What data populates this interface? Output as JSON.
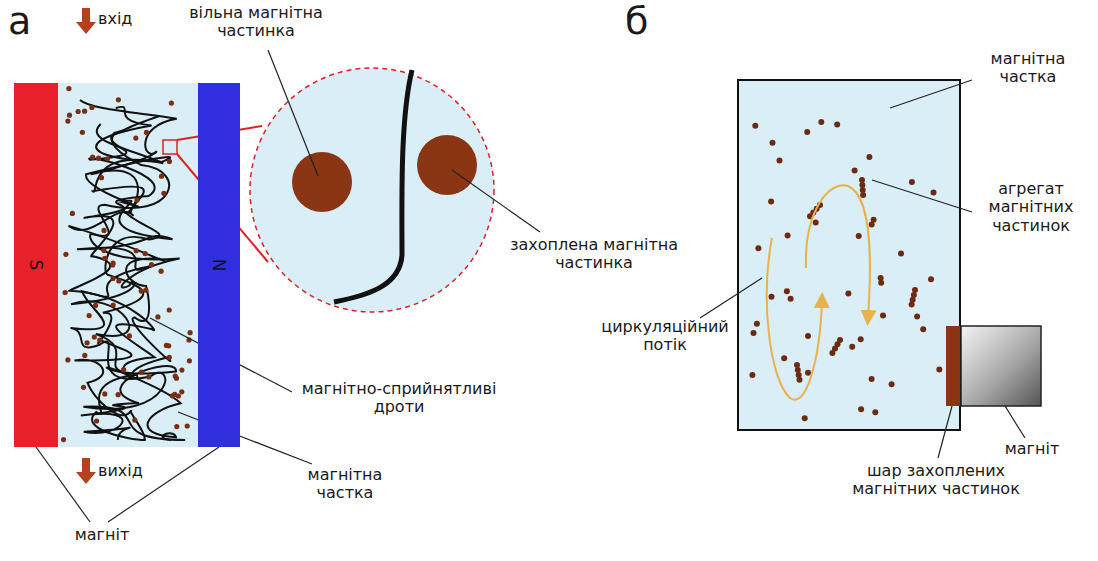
{
  "diagram": {
    "nodes": [
      {
        "text": [
          "S"
        ]
      },
      {
        "text": [
          "N"
        ]
      }
    ],
    "labels": [
      "а",
      "вхід",
      "вільна магнітна частинка",
      "захоплена магнітна частинка",
      "магнітно-сприйнятливі дроти",
      "вихід",
      "магнітна частка",
      "магніт",
      "б",
      "магнітна частка",
      "агрегат магнітних частинок",
      "циркуляційний потік",
      "магніт",
      "шар захоплених магнітних частинок"
    ]
  }
}
